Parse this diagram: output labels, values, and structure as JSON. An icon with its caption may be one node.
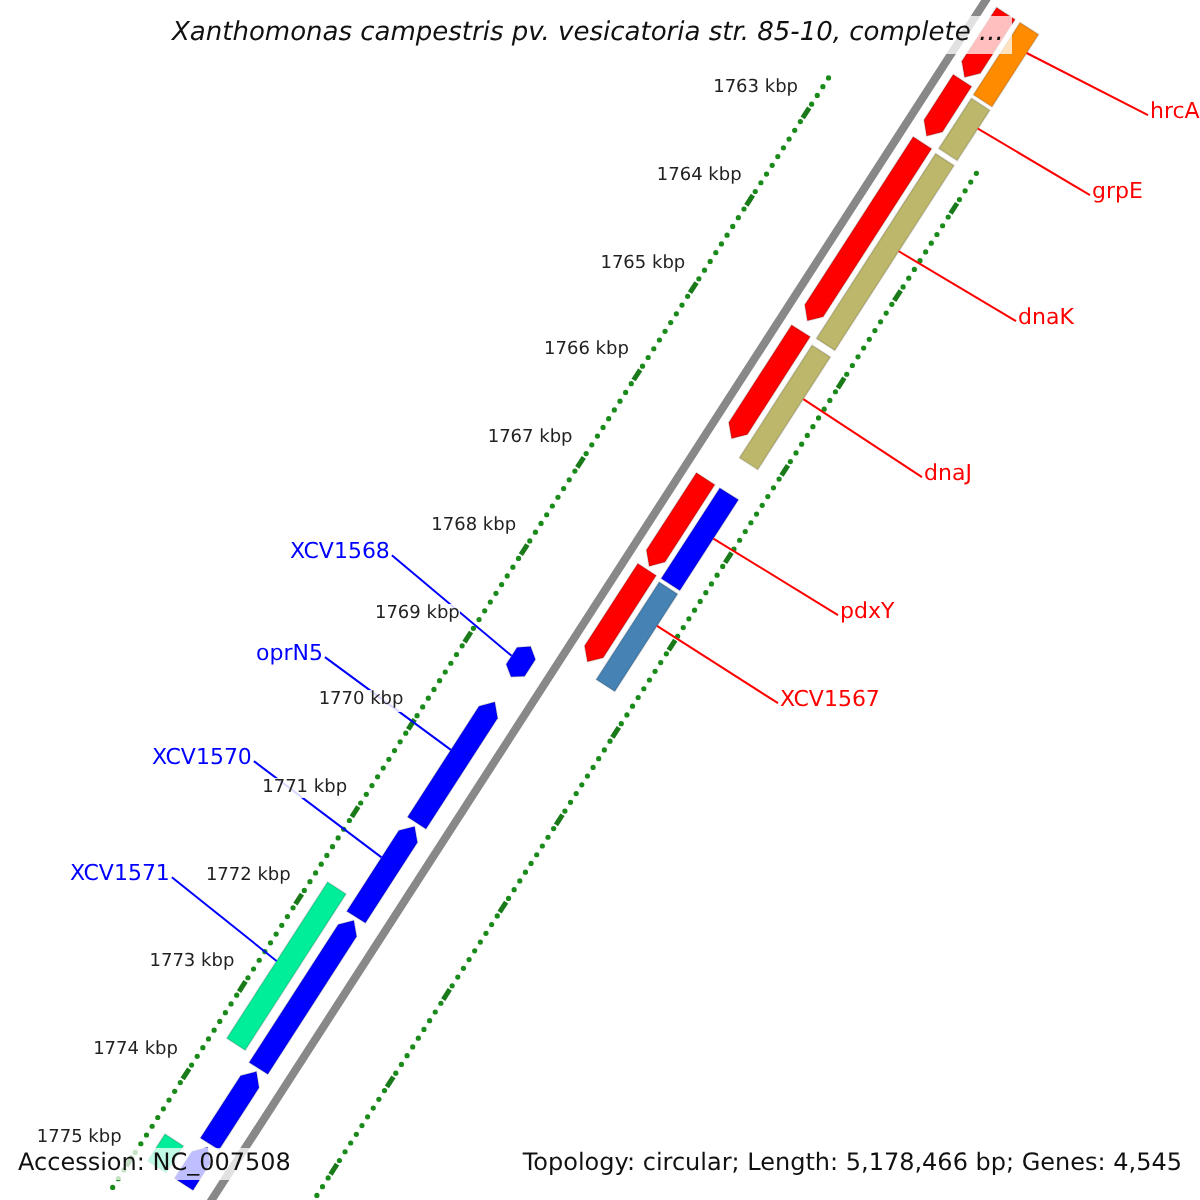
{
  "diagram": {
    "title": "Xanthomonas campestris pv. vesicatoria str. 85-10, complete ...",
    "nodes": [
      {
        "text": [
          "hrcA"
        ]
      },
      {
        "text": [
          "grpE"
        ]
      },
      {
        "text": [
          "dnaK"
        ]
      },
      {
        "text": [
          "dnaJ"
        ]
      },
      {
        "text": [
          "pdxY"
        ]
      },
      {
        "text": [
          "XCV1567"
        ]
      },
      {
        "text": [
          "XCV1568"
        ]
      },
      {
        "text": [
          "oprN5"
        ]
      },
      {
        "text": [
          "XCV1570"
        ]
      },
      {
        "text": [
          "XCV1571"
        ]
      },
      {
        "text": [],
        "shape": "bar"
      },
      {
        "text": [],
        "shape": "bar"
      },
      {
        "text": [],
        "shape": "bar"
      },
      {
        "text": [],
        "shape": "bar"
      },
      {
        "text": [],
        "shape": "bar"
      },
      {
        "text": [],
        "shape": "bar"
      },
      {
        "text": [],
        "shape": "bar"
      },
      {
        "text": [],
        "shape": "bar"
      },
      {
        "text": [],
        "shape": "bar"
      },
      {
        "text": [],
        "shape": "bar"
      },
      {
        "text": [],
        "shape": "bar"
      },
      {
        "text": [],
        "shape": "bar"
      },
      {
        "text": [],
        "shape": "bar"
      },
      {
        "text": [],
        "shape": "bar"
      },
      {
        "text": [],
        "shape": "bar"
      },
      {
        "text": [],
        "shape": "bar"
      },
      {
        "text": [],
        "shape": "bar"
      },
      {
        "text": [],
        "shape": "bar"
      },
      {
        "text": [],
        "shape": "bar"
      },
      {
        "text": [],
        "shape": "bar"
      }
    ],
    "edges": [
      {
        "from": 0,
        "to": 10,
        "arrow": "none"
      },
      {
        "from": 1,
        "to": 11,
        "arrow": "none"
      },
      {
        "from": 2,
        "to": 12,
        "arrow": "none"
      },
      {
        "from": 3,
        "to": 13,
        "arrow": "none"
      },
      {
        "from": 4,
        "to": 14,
        "arrow": "none"
      },
      {
        "from": 5,
        "to": 15,
        "arrow": "none"
      },
      {
        "from": 6,
        "to": 16,
        "arrow": "none",
        "color": "#0000ff"
      },
      {
        "from": 7,
        "to": 17,
        "arrow": "none",
        "color": "#0000ff"
      },
      {
        "from": 8,
        "to": 18,
        "arrow": "none",
        "color": "#0000ff"
      },
      {
        "from": 9,
        "to": 19,
        "arrow": "none",
        "color": "#0000ff"
      }
    ],
    "labels": [
      "1763 kbp",
      "1764 kbp",
      "1765 kbp",
      "1766 kbp",
      "1767 kbp",
      "1768 kbp",
      "1769 kbp",
      "1770 kbp",
      "1771 kbp",
      "1772 kbp",
      "1773 kbp",
      "1774 kbp",
      "1775 kbp",
      "Accession: NC_007508",
      "Topology: circular; Length: 5,178,466 bp; Genes: 4,545"
    ]
  }
}
